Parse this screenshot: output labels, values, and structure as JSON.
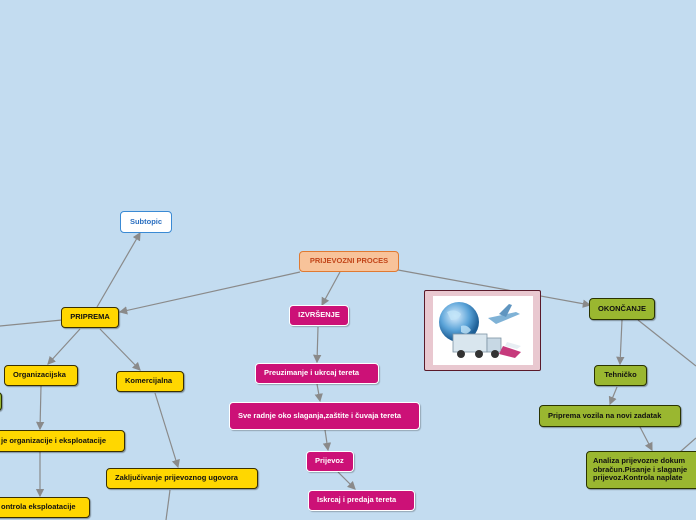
{
  "central": "PRIJEVOZNI PROCES",
  "subtopic": "Subtopic",
  "branches": {
    "priprema": {
      "label": "PRIPREMA",
      "organizacijska": "Organizacijska",
      "organizacija_item": "je organizacije i eksploatacije",
      "kontrola_item": "ontrola eksploatacije",
      "komercijalna": "Komercijalna",
      "ugovor": "Zaključivanje prijevoznog ugovora"
    },
    "izvrsenje": {
      "label": "IZVRŠENJE",
      "steps": [
        "Preuzimanje i ukrcaj tereta",
        "Sve radnje oko slaganja,zaštite i čuvaja tereta",
        "Prijevoz",
        "Iskrcaj i predaja tereta"
      ]
    },
    "okoncanje": {
      "label": "OKONČANJE",
      "tehnicko": "Tehničko",
      "priprema_vozila": "Priprema vozila na novi zadatak",
      "analiza": "Analiza prijevozne dokum obračun.Pisanje i slaganje prijevoz.Kontrola naplate"
    }
  },
  "image_icon": "globe-truck-plane-illustration-icon",
  "colors": {
    "background": "#c3dcf0",
    "connector": "#8a8a8a",
    "yellow_node": "#ffd700",
    "magenta_node": "#cc1177",
    "green_node": "#9ab730",
    "central_fill": "#f8c39a",
    "central_text": "#c2461a"
  }
}
